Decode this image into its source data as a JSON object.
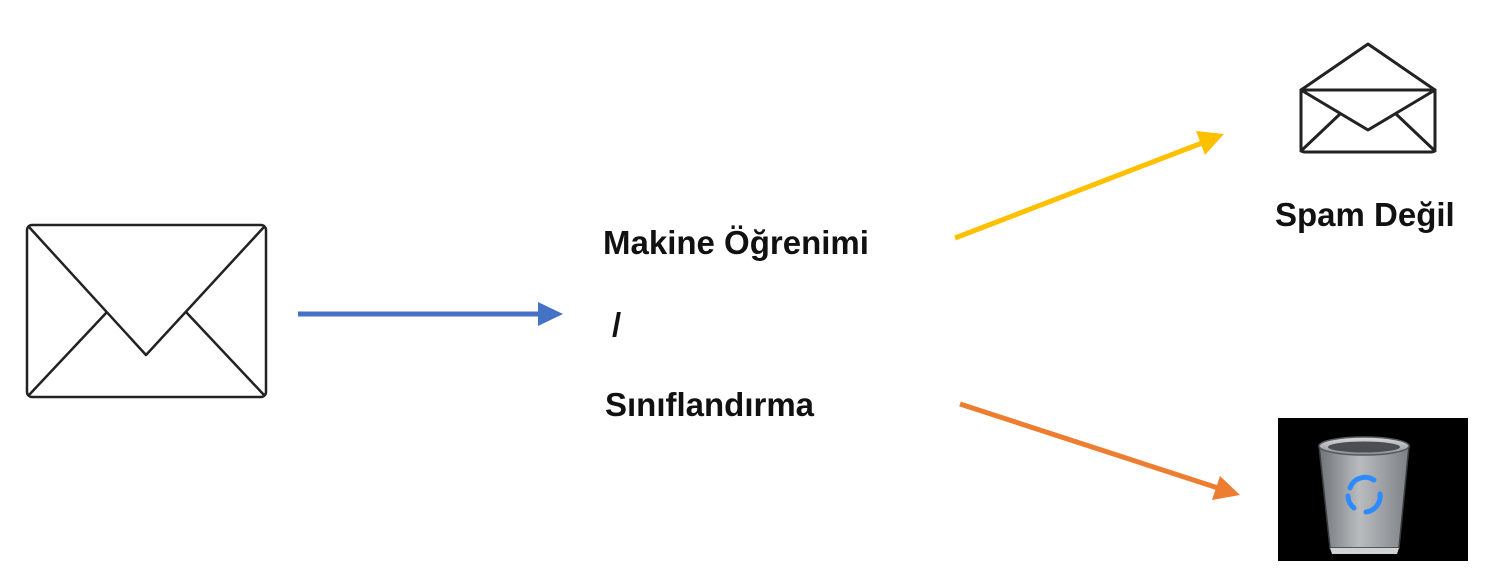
{
  "process": {
    "line1": "Makine Öğrenimi",
    "separator": "/",
    "line2": "Sınıflandırma"
  },
  "outputs": {
    "not_spam_label": "Spam Değil"
  },
  "icons": {
    "input": "closed-envelope-icon",
    "not_spam": "open-envelope-icon",
    "spam": "recycle-bin-icon"
  },
  "colors": {
    "input_arrow": "#4472C4",
    "not_spam_arrow": "#FFC000",
    "spam_arrow": "#ED7D31",
    "bin_background": "#000000",
    "recycle_symbol": "#2E8BFF"
  }
}
